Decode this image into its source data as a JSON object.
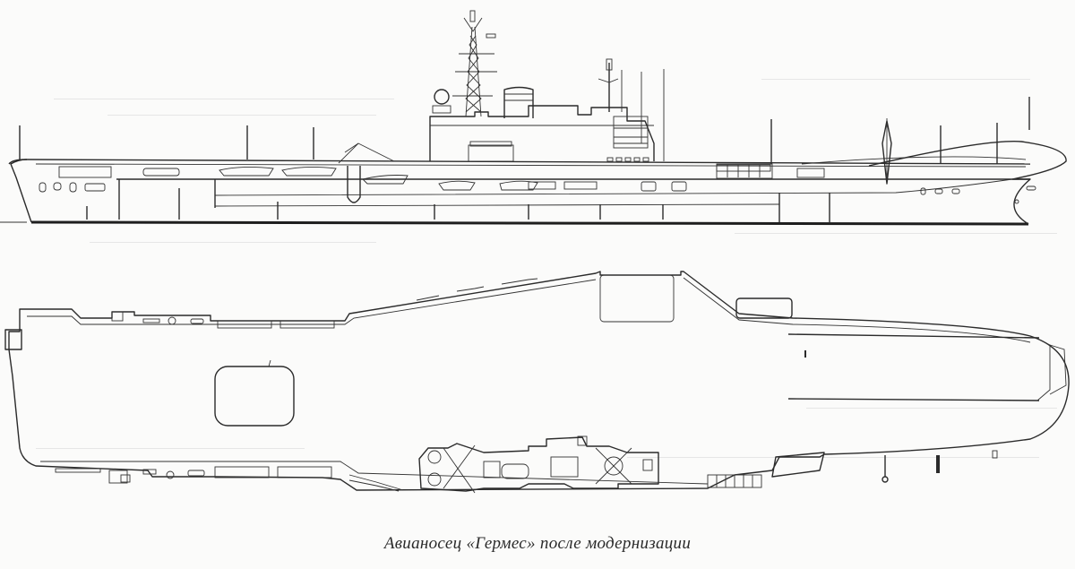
{
  "figure": {
    "caption": "Авианосец «Гермес» после модернизации",
    "views": [
      {
        "id": "profile",
        "label": "side-profile-view"
      },
      {
        "id": "plan",
        "label": "flight-deck-plan-view"
      }
    ]
  },
  "colors": {
    "background": "#fbfbfa",
    "ink": "#2b2b2b"
  }
}
